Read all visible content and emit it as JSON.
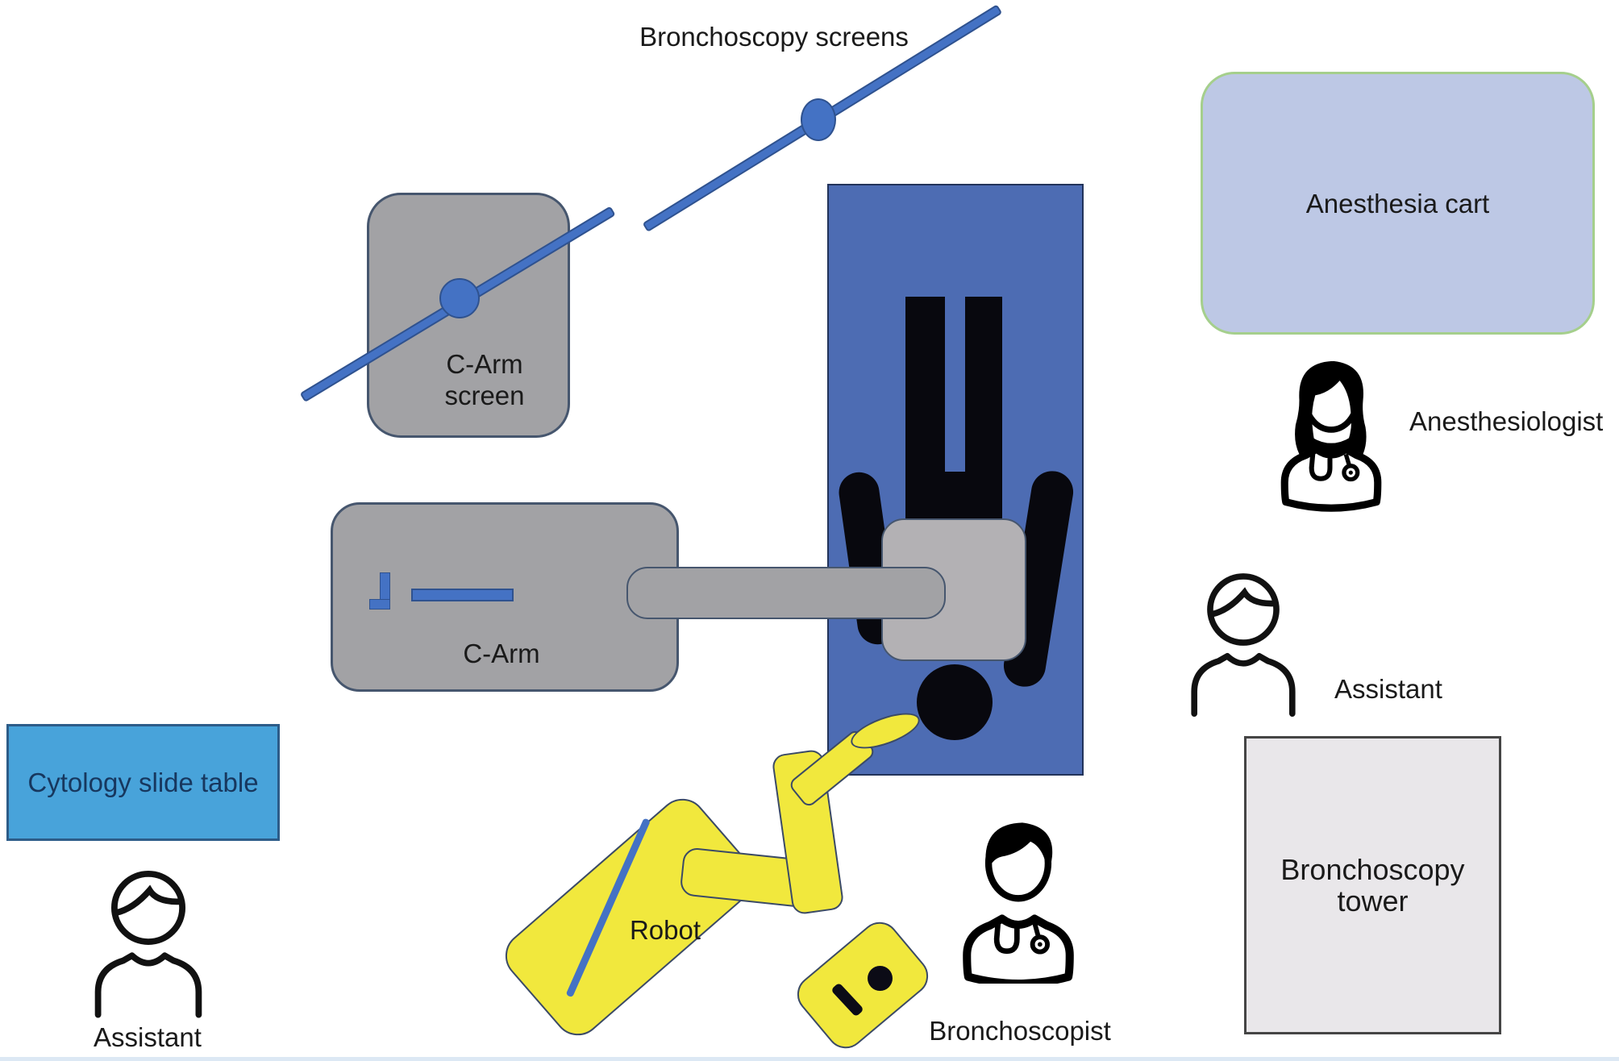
{
  "figure": {
    "type": "operating-room-layout-diagram",
    "labels": {
      "bronchoscopy_screens": "Bronchoscopy screens",
      "c_arm_screen": {
        "line1": "C-Arm",
        "line2": "screen"
      },
      "c_arm": "C-Arm",
      "anesthesia_cart": "Anesthesia cart",
      "anesthesiologist": "Anesthesiologist",
      "assistant_right": "Assistant",
      "assistant_left": "Assistant",
      "bronchoscopy_tower": {
        "line1": "Bronchoscopy",
        "line2": "tower"
      },
      "cytology_slide_table": "Cytology slide table",
      "robot": "Robot",
      "bronchoscopist": "Bronchoscopist"
    },
    "icons": {
      "anesthesiologist": "female-doctor-icon",
      "bronchoscopist": "male-doctor-icon",
      "assistant_right": "person-outline-icon",
      "assistant_left": "person-outline-icon"
    },
    "colors": {
      "boom_line_blue": "#4472c4",
      "boom_line_border": "#2f528f",
      "equipment_gray": "#a2a2a5",
      "equipment_border": "#46566e",
      "detector_plate_gray": "#b3b1b4",
      "table_blue": "#4d6cb3",
      "table_border": "#22335a",
      "patient_black": "#08080e",
      "robot_yellow": "#f1e83d",
      "robot_border": "#3b4a66",
      "anesthesia_cart_fill": "#bdc8e5",
      "anesthesia_cart_border": "#a5cf8c",
      "cytology_fill": "#48a3da",
      "cytology_border": "#2d5c88",
      "cytology_text": "#17375e",
      "tower_fill": "#e9e7ea",
      "tower_border": "#454545",
      "label_text": "#1a1a1a",
      "background": "#ffffff"
    }
  }
}
